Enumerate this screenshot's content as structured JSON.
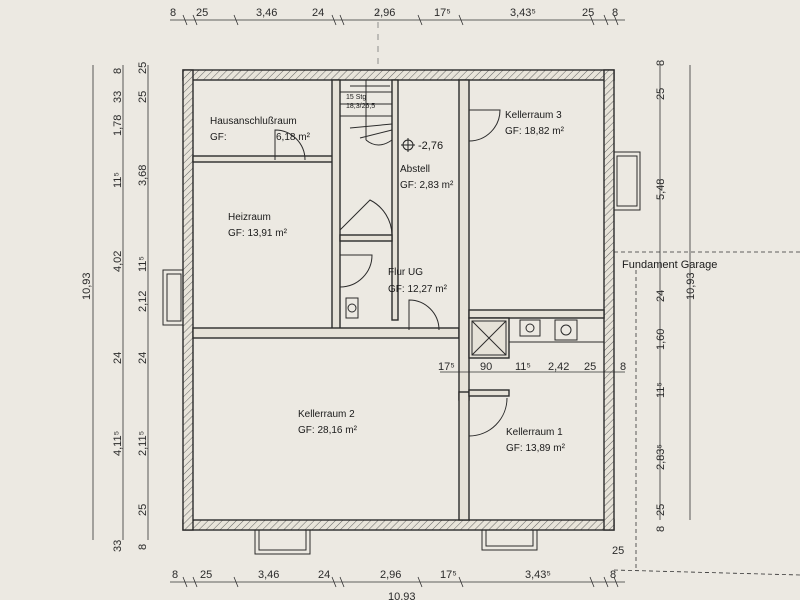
{
  "rooms": [
    {
      "name": "Hausanschlußraum",
      "area": "GF:",
      "area2": "6,18 m²"
    },
    {
      "name": "Heizraum",
      "area": "GF: 13,91 m²"
    },
    {
      "name": "Abstell",
      "area": "GF: 2,83 m²"
    },
    {
      "name": "Kellerraum 3",
      "area": "GF: 18,82 m²"
    },
    {
      "name": "Flur UG",
      "area": "GF: 12,27 m²"
    },
    {
      "name": "Kellerraum 2",
      "area": "GF: 28,16 m²"
    },
    {
      "name": "Kellerraum 1",
      "area": "GF: 13,89 m²"
    }
  ],
  "stairs": {
    "line1": "15 Stg",
    "line2": "18,3/26,5"
  },
  "level_mark": "-2,76",
  "garage_label": "Fundament Garage",
  "dims_top": [
    "8",
    "25",
    "3,46",
    "24",
    "2,96",
    "17⁵",
    "3,43⁵",
    "25",
    "8"
  ],
  "dims_bottom": [
    "8",
    "25",
    "3,46",
    "24",
    "2,96",
    "17⁵",
    "3,43⁵",
    "25",
    "8"
  ],
  "dims_left_inner": [
    "8",
    "25",
    "33",
    "1,78",
    "11⁵",
    "4,02",
    "11⁵",
    "2,12",
    "24",
    "4,11⁵",
    "25",
    "33",
    "8"
  ],
  "dims_left_mid": [
    "25",
    "3,68",
    "24",
    "2,11⁵",
    "25"
  ],
  "dims_left_total": "10,93",
  "dims_right": [
    "8",
    "25",
    "5,48",
    "24",
    "1,60",
    "11⁵",
    "2,83⁵",
    "25",
    "8"
  ],
  "dims_right_total": "10,93",
  "dims_inner_row": [
    "17⁵",
    "90",
    "11⁵",
    "2,42",
    "25",
    "8"
  ],
  "bottom_partial": "10,93"
}
